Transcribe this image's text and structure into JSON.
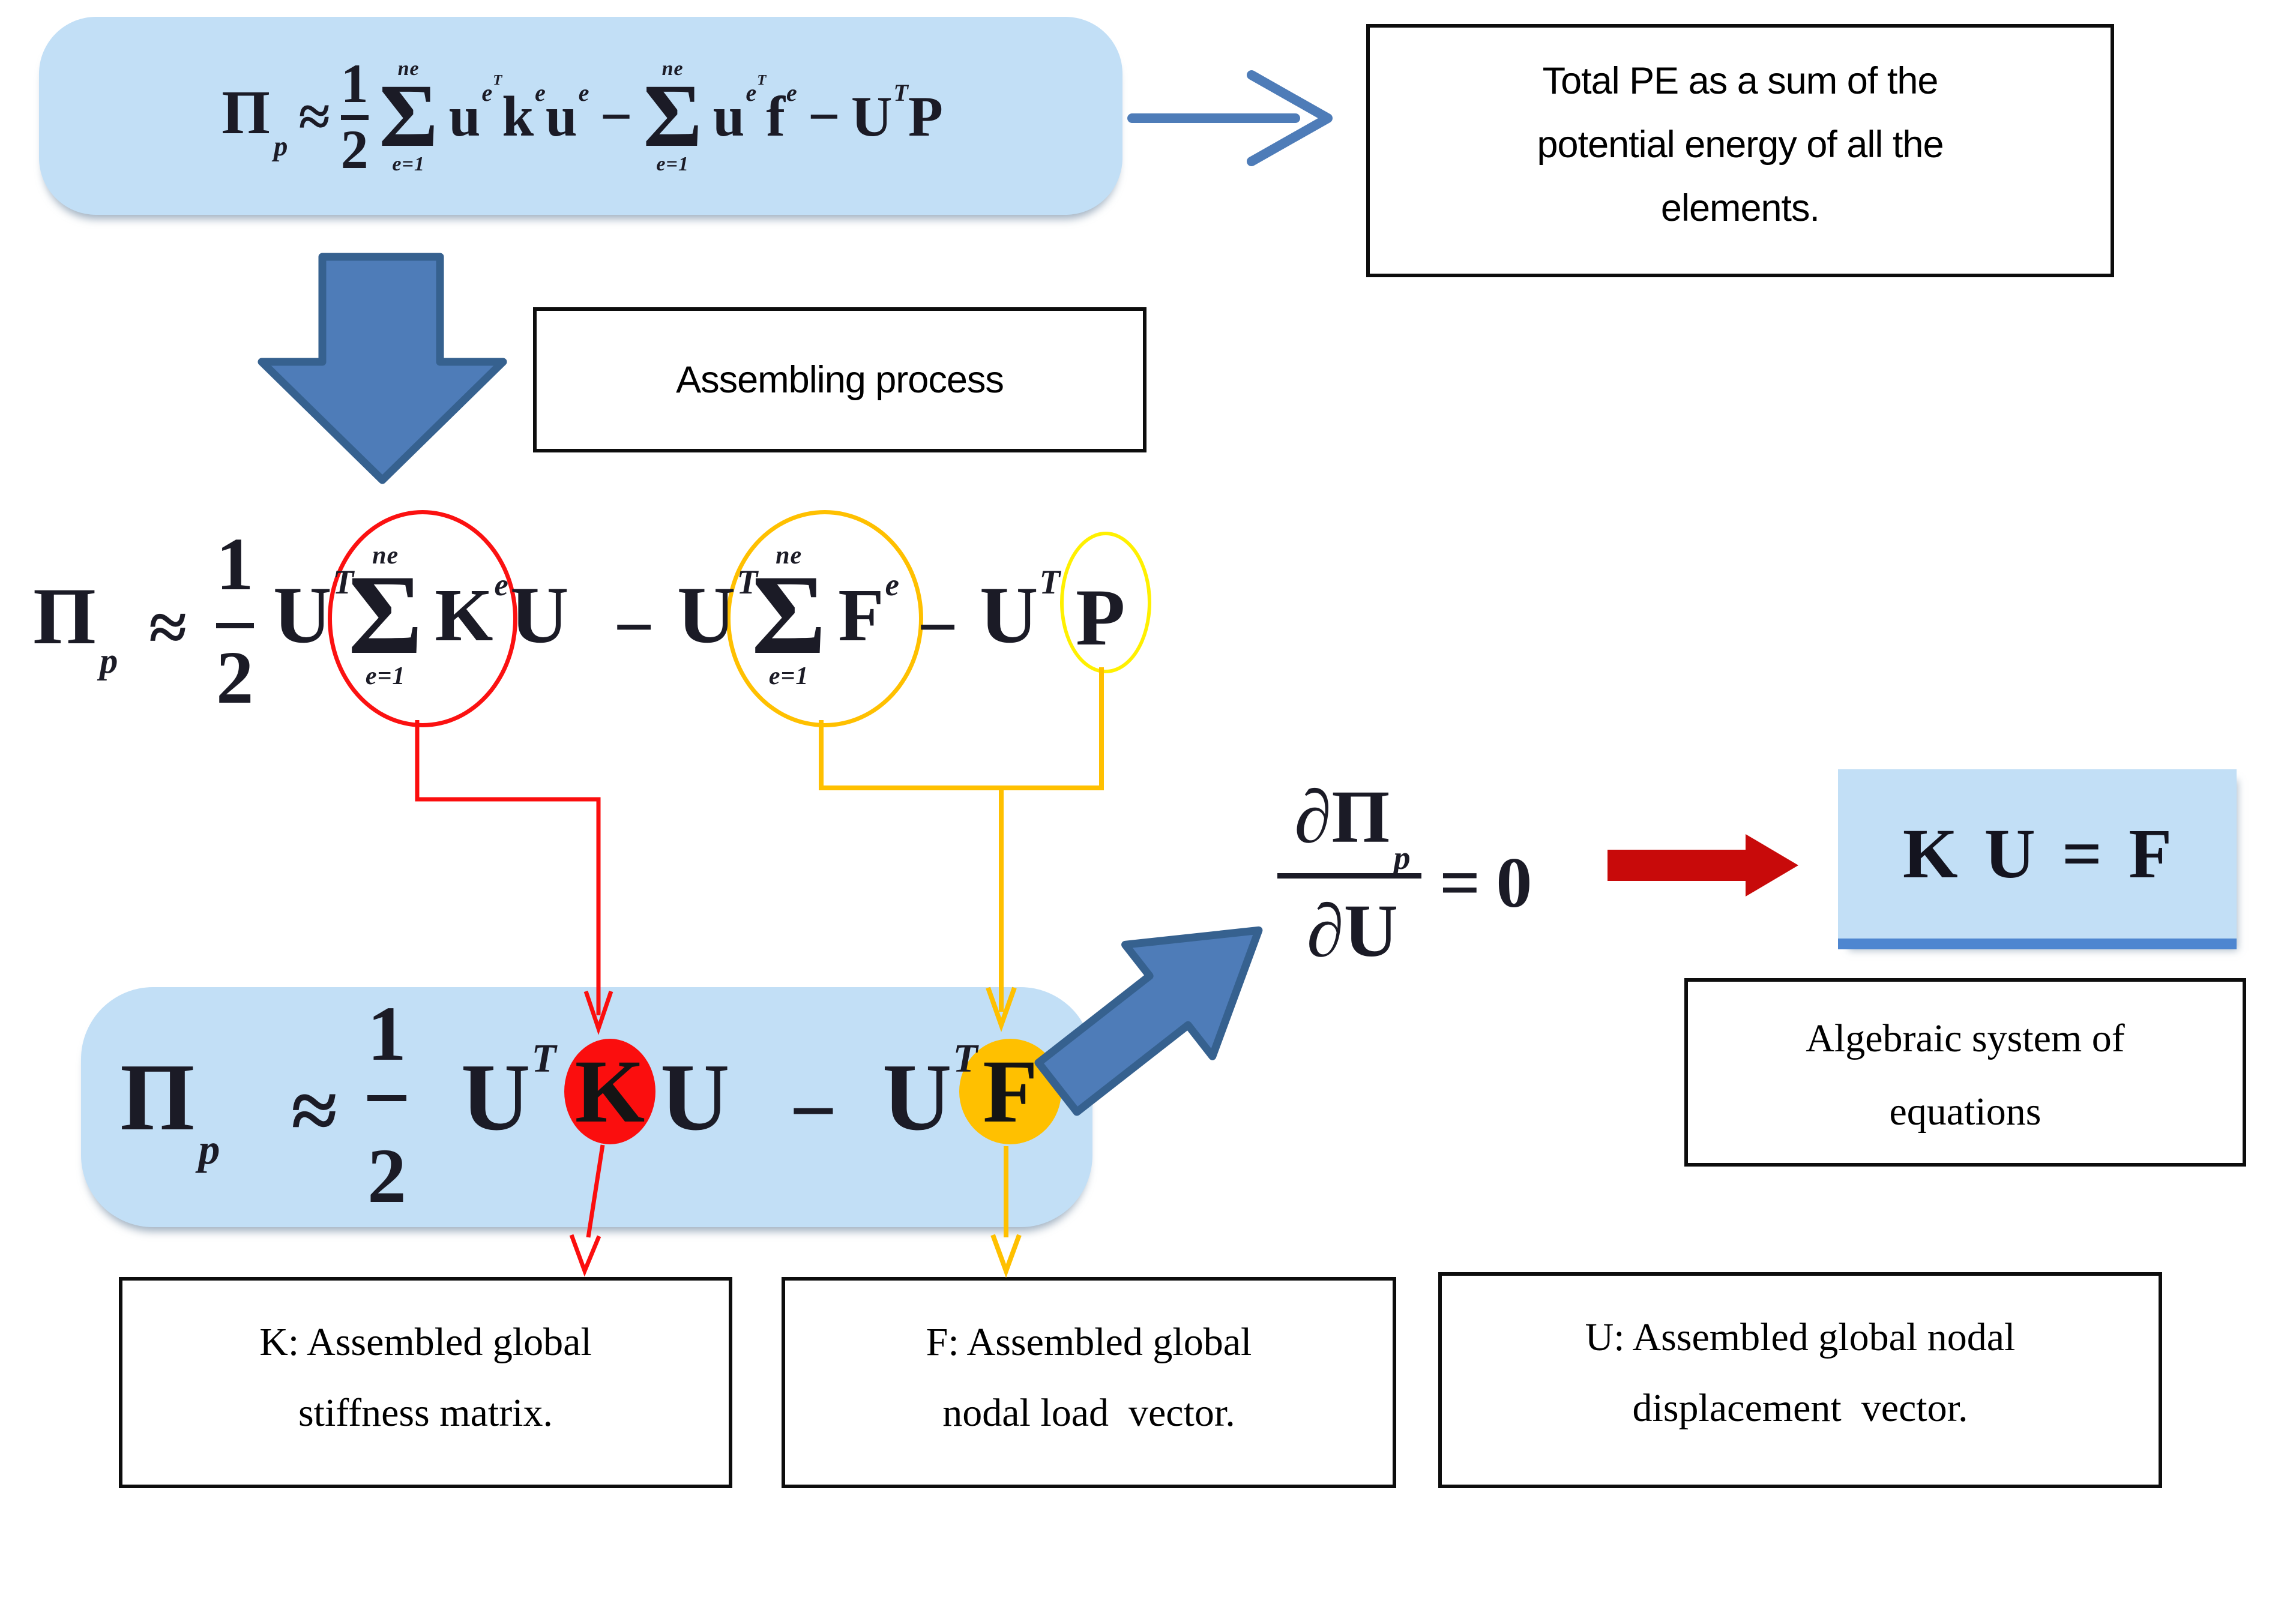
{
  "glyphs": {
    "Pi": "Π",
    "p": "p",
    "approx": "≈",
    "one": "1",
    "two": "2",
    "ne": "ne",
    "e1": "e=1",
    "sigma": "Σ",
    "u": "u",
    "e": "e",
    "T": "T",
    "k": "k",
    "f": "f",
    "U": "U",
    "P": "P",
    "K": "K",
    "F": "F",
    "minus": "−",
    "partial": "∂",
    "equals": "=",
    "zero": "0"
  },
  "boxes": {
    "total_pe": {
      "lines": [
        "Total PE as a sum of the",
        "potential energy of all the",
        "elements."
      ]
    },
    "assembling": {
      "label": "Assembling process"
    },
    "algebraic": {
      "lines": [
        "Algebraic system of",
        "equations"
      ]
    },
    "k_def": {
      "lines": [
        "K: Assembled global",
        "stiffness matrix."
      ]
    },
    "f_def": {
      "lines": [
        "F: Assembled global",
        "nodal load  vector."
      ]
    },
    "u_def": {
      "lines": [
        "U: Assembled global nodal",
        "displacement  vector."
      ]
    }
  },
  "arrows": [
    {
      "name": "to-total-pe-note",
      "type": "thin-right",
      "color": "#4E7CB8"
    },
    {
      "name": "assembling-down",
      "type": "block-down",
      "color": "#4E7CB8"
    },
    {
      "name": "stationarity-up-right",
      "type": "block-diagonal",
      "color": "#4E7CB8"
    },
    {
      "name": "to-algebraic-system",
      "type": "block-right",
      "color": "#C80A0A"
    },
    {
      "name": "k-trace",
      "color": "#FB0E0E"
    },
    {
      "name": "f-trace",
      "color": "#FFC000"
    },
    {
      "name": "p-trace",
      "color": "#FFF000"
    }
  ],
  "colors": {
    "panel_blue": "#C2DFF6",
    "arrow_blue": "#4E7CB8",
    "arrow_blue_edge": "#36618F",
    "red": "#FB0E0E",
    "dark_red": "#C80A0A",
    "gold": "#FFC000",
    "bright_yellow": "#FFF000",
    "kuf_underline": "#4E86D0",
    "ink": "#1b1b26"
  }
}
